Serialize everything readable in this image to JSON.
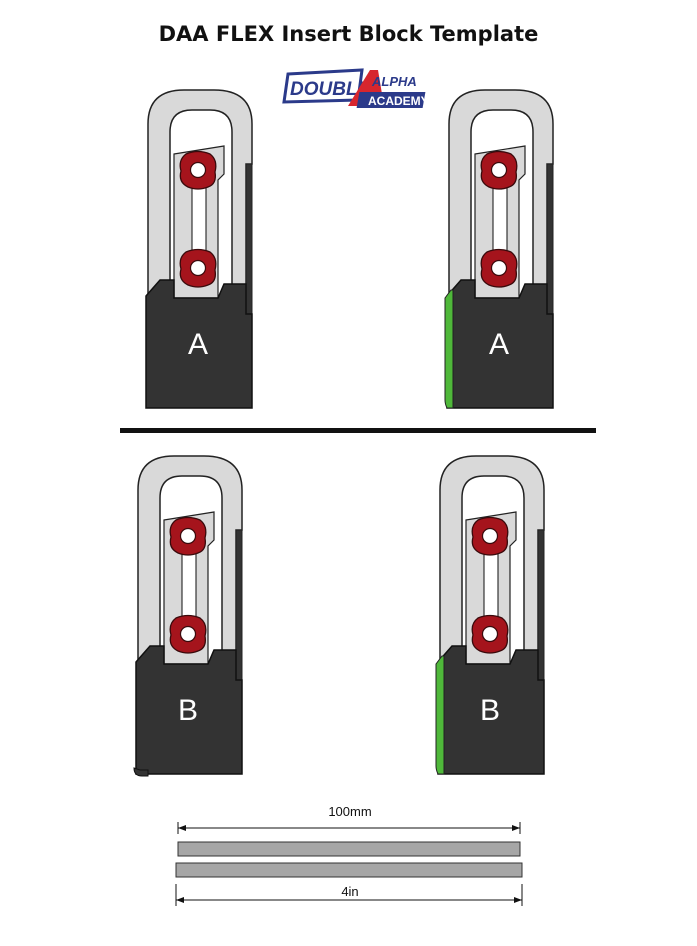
{
  "title": "DAA FLEX Insert Block Template",
  "logo": {
    "line1": "DOUBLE",
    "line2": "ALPHA",
    "line3": "ACADEMY"
  },
  "blocks": [
    {
      "id": "a-left",
      "letter": "A",
      "green_edge": false
    },
    {
      "id": "a-right",
      "letter": "A",
      "green_edge": true
    },
    {
      "id": "b-left",
      "letter": "B",
      "green_edge": false
    },
    {
      "id": "b-right",
      "letter": "B",
      "green_edge": true
    }
  ],
  "scale": {
    "metric_label": "100mm",
    "imperial_label": "4in"
  },
  "colors": {
    "body_dark": "#333333",
    "frame_light": "#d9d9d9",
    "screw_red": "#a5141c",
    "green_edge": "#4fb83a",
    "scale_bar": "#a6a6a6",
    "logo_navy": "#2b3a8a",
    "logo_red": "#d7262e"
  }
}
